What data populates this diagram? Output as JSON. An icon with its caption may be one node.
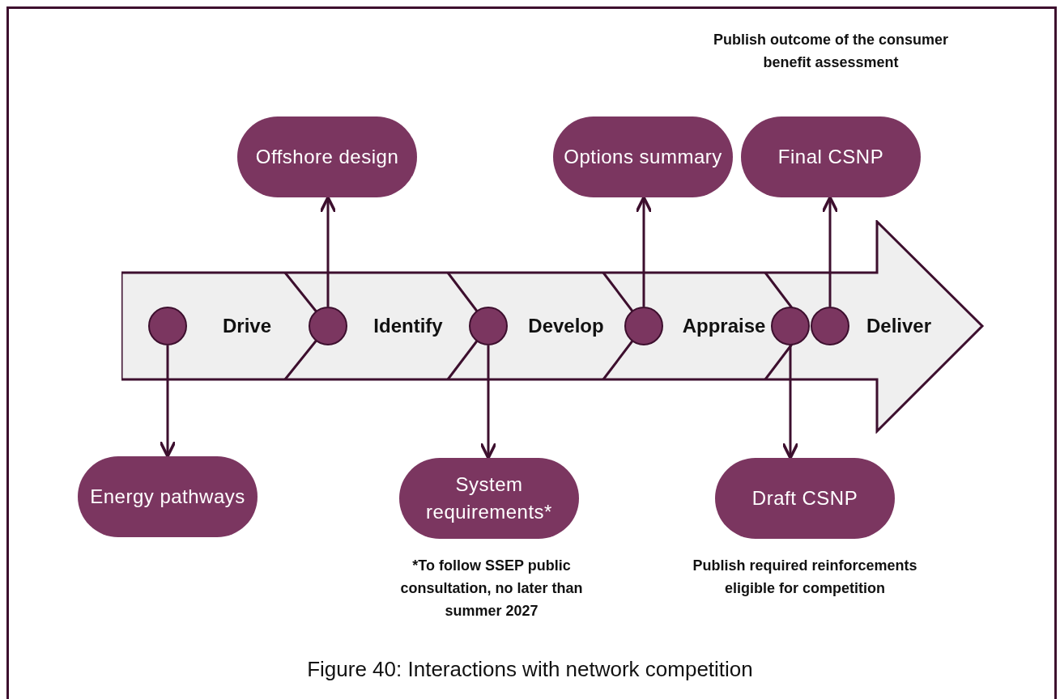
{
  "diagram": {
    "caption": "Figure 40: Interactions with network competition",
    "nodes": [
      {
        "text": [],
        "shape": "arrow"
      },
      {
        "text": [
          "Drive"
        ],
        "in": 0
      },
      {
        "text": [
          "Identify"
        ],
        "in": 0
      },
      {
        "text": [
          "Develop"
        ],
        "in": 0
      },
      {
        "text": [
          "Appraise"
        ],
        "in": 0
      },
      {
        "text": [
          "Deliver"
        ],
        "in": 0
      },
      {
        "text": [],
        "shape": "circle",
        "in": 0
      },
      {
        "text": [],
        "shape": "circle",
        "in": 0
      },
      {
        "text": [],
        "shape": "circle",
        "in": 0
      },
      {
        "text": [],
        "shape": "circle",
        "in": 0
      },
      {
        "text": [],
        "shape": "circle",
        "in": 0
      },
      {
        "text": [],
        "shape": "circle",
        "in": 0
      },
      {
        "text": [
          "Offshore design"
        ]
      },
      {
        "text": [
          "Options summary"
        ]
      },
      {
        "text": [
          "Final CSNP"
        ],
        "beside": [
          "Publish outcome of the consumer benefit assessment"
        ]
      },
      {
        "text": [
          "Energy pathways"
        ]
      },
      {
        "text": [
          "System requirements*"
        ],
        "beside": [
          "*To follow SSEP public consultation, no later than summer 2027"
        ]
      },
      {
        "text": [
          "Draft CSNP"
        ],
        "beside": [
          "Publish required reinforcements eligible for competition"
        ]
      }
    ],
    "edges": [
      {
        "from": 6,
        "to": 15,
        "arrow": "to"
      },
      {
        "from": 7,
        "to": 12,
        "arrow": "to"
      },
      {
        "from": 8,
        "to": 16,
        "arrow": "to"
      },
      {
        "from": 9,
        "to": 13,
        "arrow": "to"
      },
      {
        "from": 11,
        "to": 14,
        "arrow": "to"
      },
      {
        "from": 10,
        "to": 17,
        "arrow": "to"
      }
    ]
  }
}
